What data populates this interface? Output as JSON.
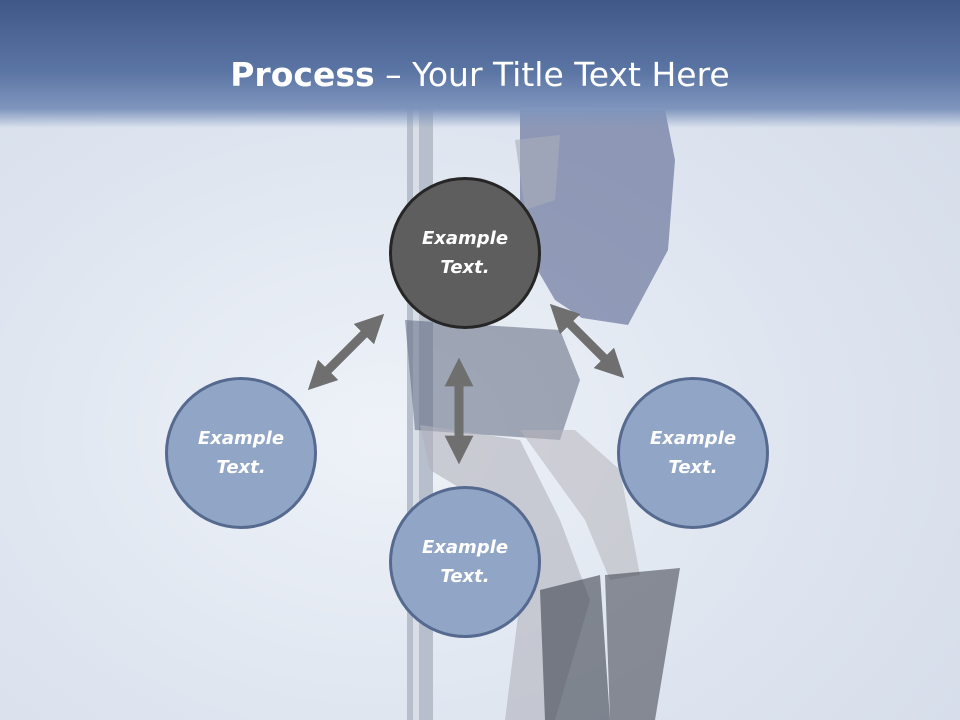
{
  "slide": {
    "title_bold": "Process",
    "title_rest": " – Your Title Text Here"
  },
  "nodes": {
    "top": {
      "line1": "Example",
      "line2": "Text."
    },
    "left": {
      "line1": "Example",
      "line2": "Text."
    },
    "right": {
      "line1": "Example",
      "line2": "Text."
    },
    "bottom": {
      "line1": "Example",
      "line2": "Text."
    }
  },
  "colors": {
    "header": "#4a6494",
    "center_node": "#5e5e5e",
    "outer_node": "#91a6c7",
    "arrow": "#6f6f6f"
  }
}
